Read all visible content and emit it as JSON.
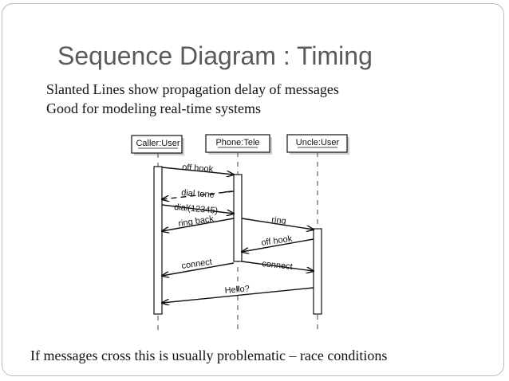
{
  "slide": {
    "title": "Sequence Diagram : Timing",
    "bullets": [
      "Slanted Lines show propagation delay of messages",
      "Good for modeling real-time systems"
    ],
    "footer": "If messages cross this is usually problematic – race conditions"
  },
  "diagram": {
    "participants": [
      "Caller:User",
      "Phone:Tele",
      "Uncle:User"
    ],
    "messages": [
      {
        "label": "off hook",
        "from": "Caller:User",
        "to": "Phone:Tele",
        "style": "solid"
      },
      {
        "label": "dial tone",
        "from": "Phone:Tele",
        "to": "Caller:User",
        "style": "dashed"
      },
      {
        "label": "dial(12345)",
        "from": "Caller:User",
        "to": "Phone:Tele",
        "style": "solid"
      },
      {
        "label": "ring back",
        "from": "Phone:Tele",
        "to": "Caller:User",
        "style": "solid"
      },
      {
        "label": "ring",
        "from": "Phone:Tele",
        "to": "Uncle:User",
        "style": "solid"
      },
      {
        "label": "off hook",
        "from": "Uncle:User",
        "to": "Phone:Tele",
        "style": "solid"
      },
      {
        "label": "connect",
        "from": "Phone:Tele",
        "to": "Caller:User",
        "style": "solid"
      },
      {
        "label": "connect",
        "from": "Phone:Tele",
        "to": "Uncle:User",
        "style": "solid"
      },
      {
        "label": "Hello?",
        "from": "Uncle:User",
        "to": "Caller:User",
        "style": "solid"
      }
    ]
  }
}
